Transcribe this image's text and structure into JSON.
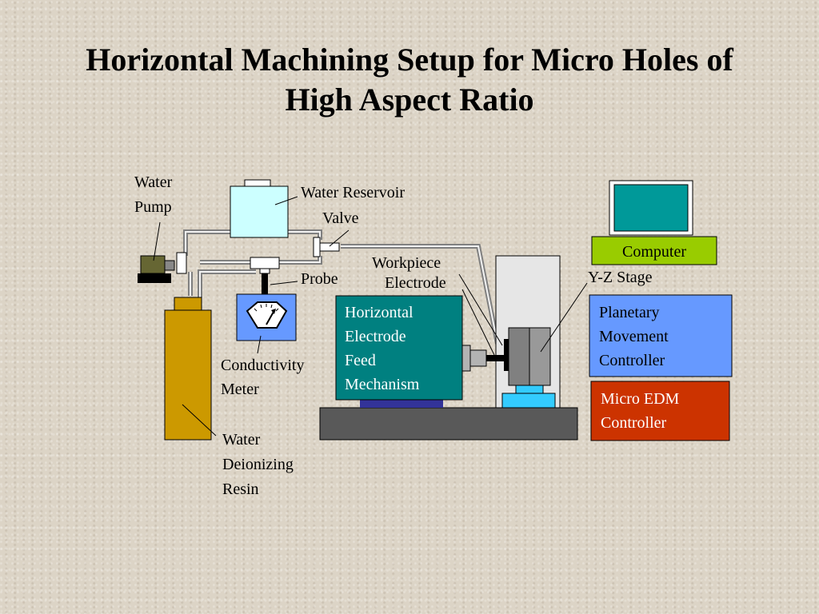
{
  "title": {
    "line1": "Horizontal Machining Setup for Micro Holes of",
    "line2": "High Aspect Ratio"
  },
  "labels": {
    "water_pump_1": "Water",
    "water_pump_2": "Pump",
    "water_reservoir": "Water Reservoir",
    "valve": "Valve",
    "workpiece": "Workpiece",
    "electrode": "Electrode",
    "probe": "Probe",
    "yz_stage": "Y-Z Stage",
    "conductivity_1": "Conductivity",
    "conductivity_2": "Meter",
    "resin_1": "Water",
    "resin_2": "Deionizing",
    "resin_3": "Resin"
  },
  "boxes": {
    "computer": "Computer",
    "feed_1": "Horizontal",
    "feed_2": "Electrode",
    "feed_3": "Feed",
    "feed_4": "Mechanism",
    "planetary_1": "Planetary",
    "planetary_2": "Movement",
    "planetary_3": "Controller",
    "edm_1": "Micro EDM",
    "edm_2": "Controller"
  },
  "colors": {
    "reservoir": "#ccffff",
    "resin": "#cc9900",
    "meter": "#6699ff",
    "feed": "#008080",
    "planetary": "#6699ff",
    "edm": "#cc3300",
    "computer_base": "#99cc00",
    "monitor_screen": "#009999",
    "stage": "#33ccff",
    "base_plate": "#595959",
    "pump": "#666633"
  }
}
